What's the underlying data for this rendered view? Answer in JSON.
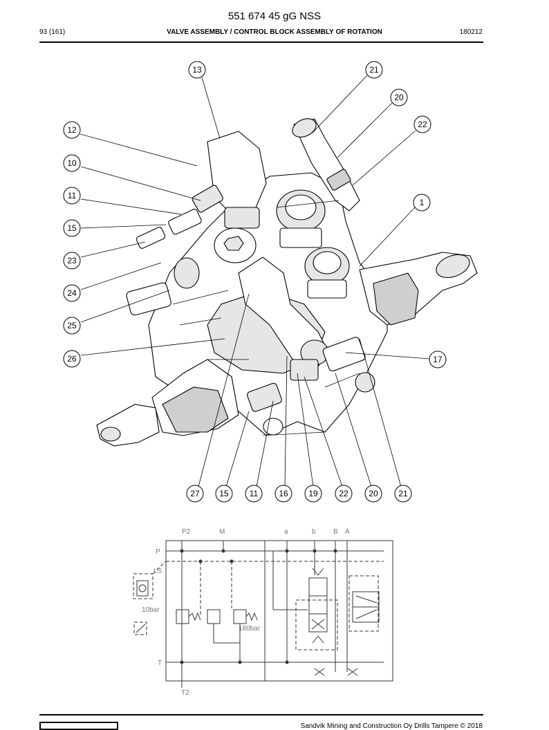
{
  "header": {
    "doc_number": "551 674 45 gG NSS",
    "page": "93 (161)",
    "title": "VALVE ASSEMBLY / CONTROL BLOCK ASSEMBLY OF ROTATION",
    "code": "180212"
  },
  "callouts_top": [
    "13",
    "21",
    "20",
    "22",
    "12",
    "10",
    "11",
    "1",
    "15",
    "23",
    "24",
    "25",
    "26",
    "17"
  ],
  "callouts_bottom": [
    "27",
    "15",
    "11",
    "16",
    "19",
    "22",
    "20",
    "21"
  ],
  "schematic": {
    "port_labels": [
      "P2",
      "M",
      "a",
      "b",
      "B",
      "A",
      "P",
      "LS",
      "T",
      "T2"
    ],
    "pressure_labels": [
      "10bar",
      "180bar"
    ]
  },
  "footer": {
    "copyright": "Sandvik Mining and Construction Oy Drills Tampere © 2018"
  }
}
